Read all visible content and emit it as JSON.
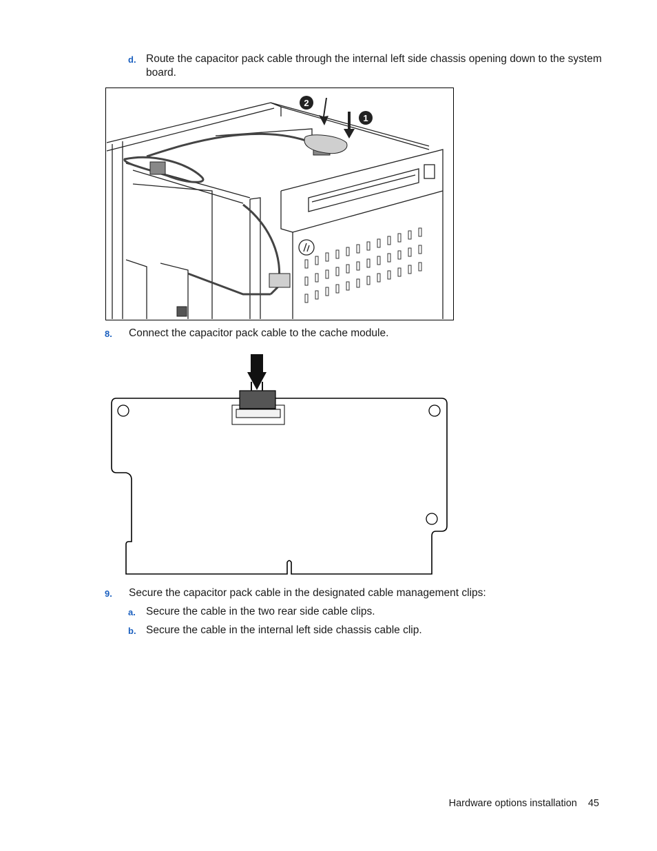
{
  "steps": {
    "d": {
      "marker": "d.",
      "text_line1": "Route the capacitor pack cable through the internal left side chassis opening down to the system",
      "text_line2": "board."
    },
    "s8": {
      "marker": "8.",
      "text": "Connect the capacitor pack cable to the cache module."
    },
    "s9": {
      "marker": "9.",
      "text": "Secure the capacitor pack cable in the designated cable management clips:"
    },
    "a": {
      "marker": "a.",
      "text": "Secure the cable in the two rear side cable clips."
    },
    "b": {
      "marker": "b.",
      "text": "Secure the cable in the internal left side chassis cable clip."
    }
  },
  "figure1": {
    "callouts": [
      "2",
      "1"
    ]
  },
  "footer": {
    "section": "Hardware options installation",
    "page": "45"
  },
  "colors": {
    "accent": "#1a5fbf",
    "callout": "#222222"
  }
}
